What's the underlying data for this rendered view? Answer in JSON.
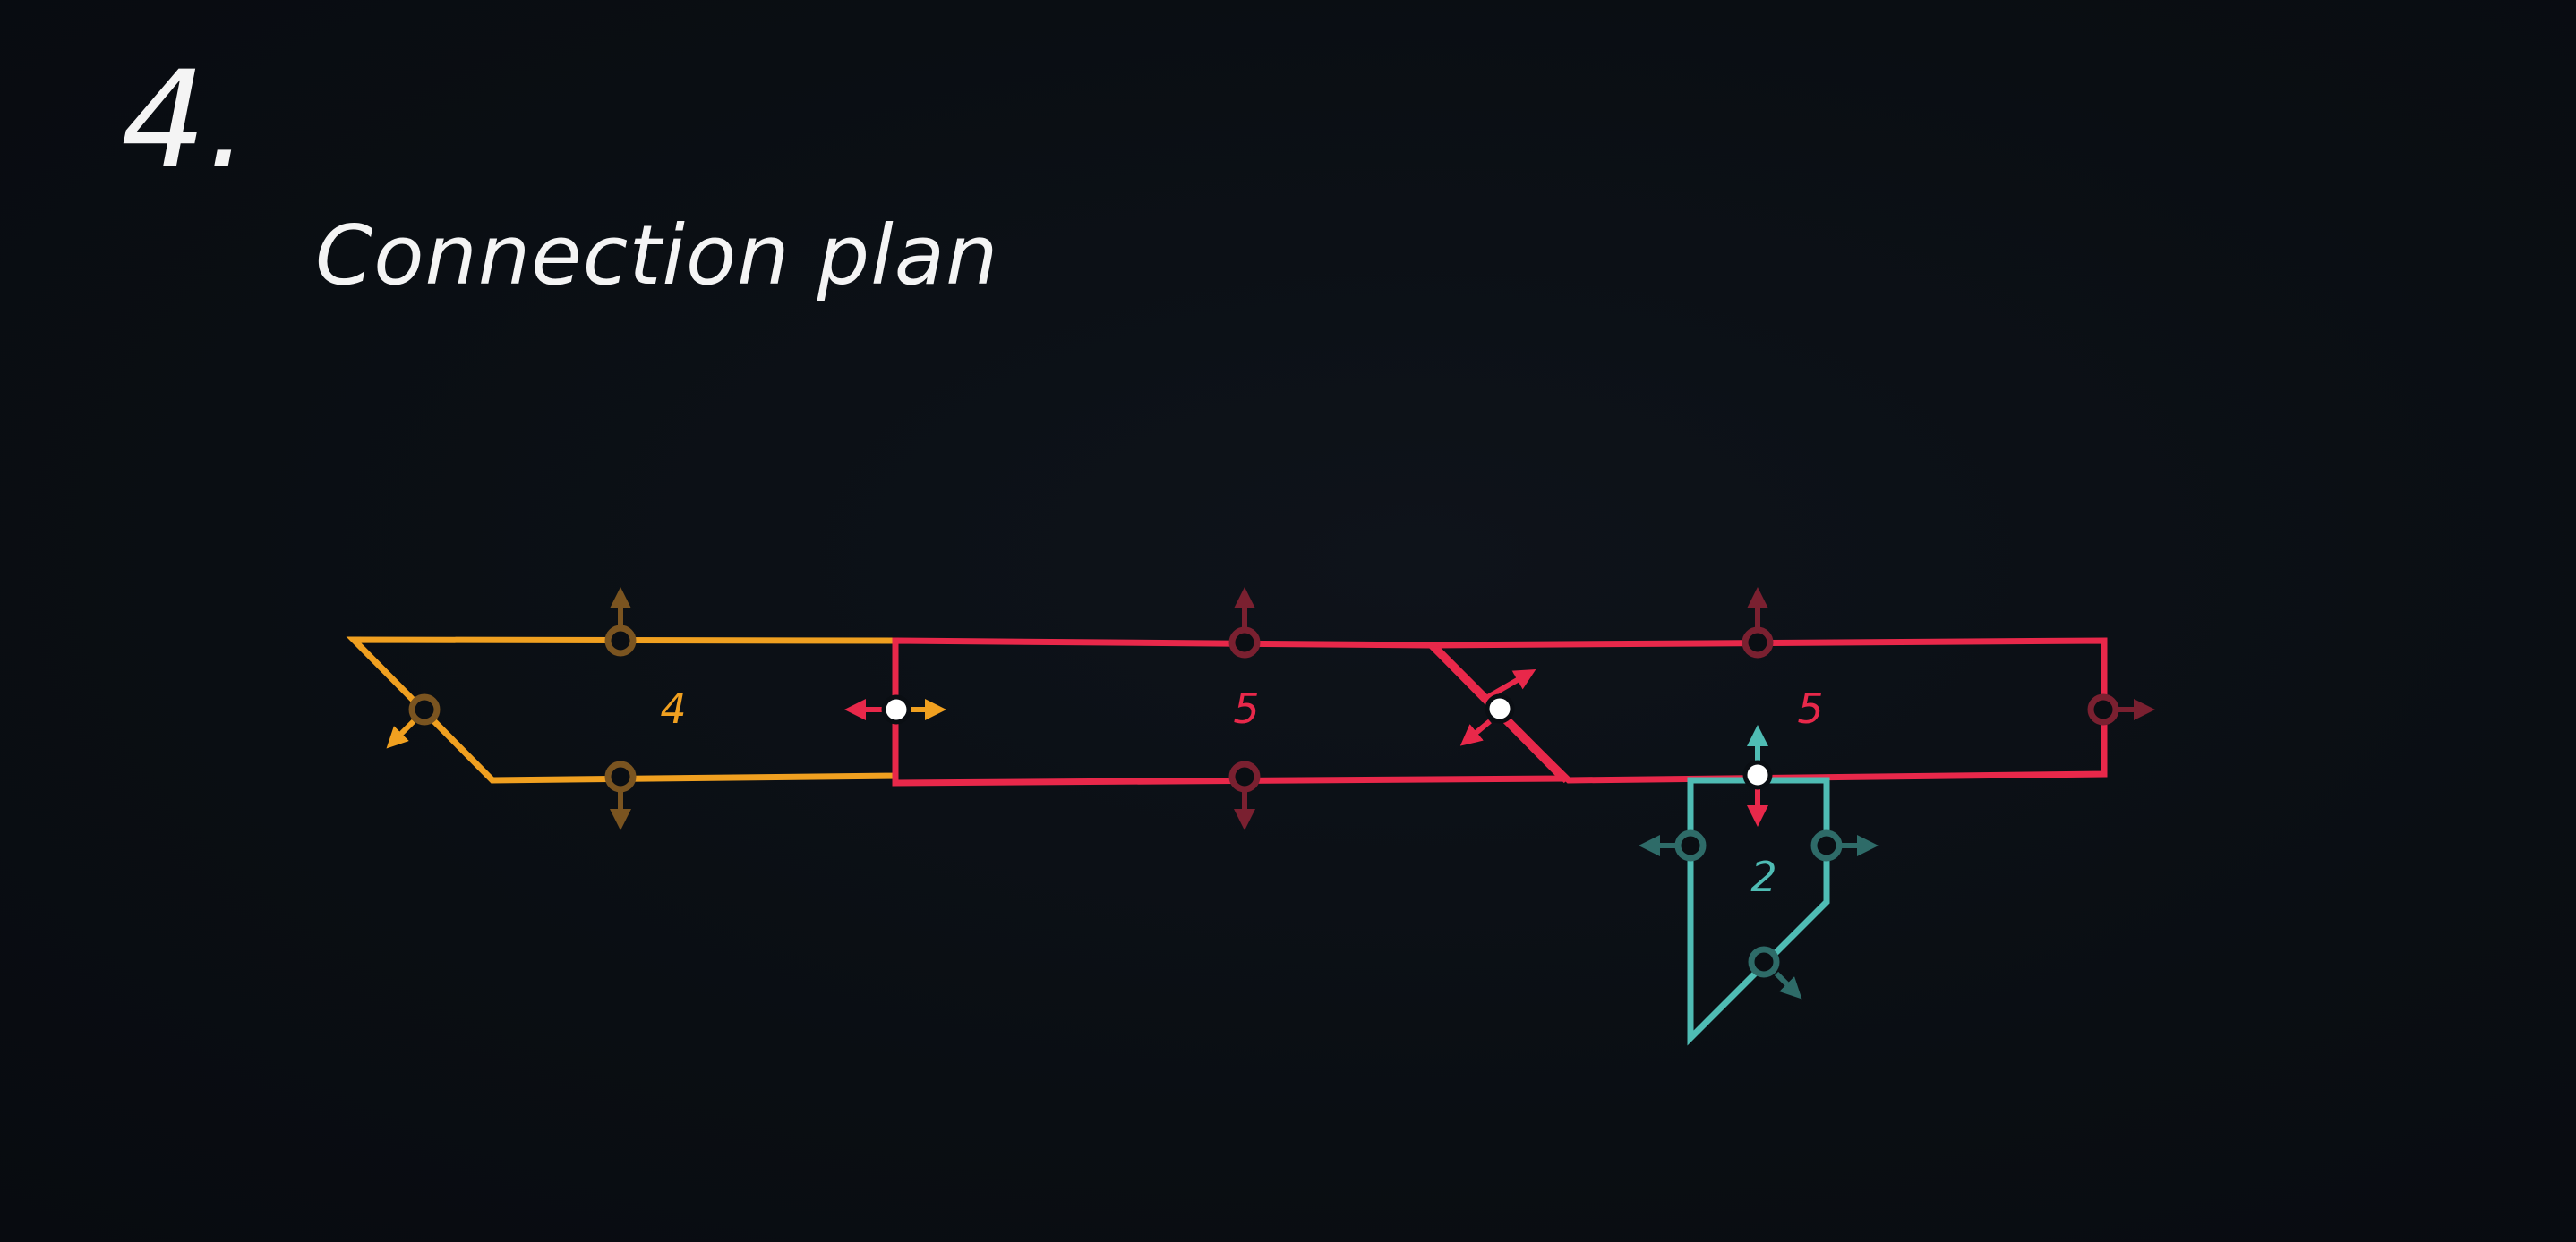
{
  "step": {
    "number": "4.",
    "title": "Connection plan"
  },
  "pieces": [
    {
      "id": "piece-a",
      "label": "4",
      "color": "#f0a020"
    },
    {
      "id": "piece-b",
      "label": "5",
      "color": "#e8284a"
    },
    {
      "id": "piece-c",
      "label": "5",
      "color": "#e8284a"
    },
    {
      "id": "piece-d",
      "label": "2",
      "color": "#4fbcb4"
    }
  ],
  "colors": {
    "background": "#0a0e13",
    "text": "#f4f4f4",
    "orange": "#f0a020",
    "red": "#e8284a",
    "teal": "#4fbcb4",
    "active_connector_fill": "#ffffff"
  }
}
